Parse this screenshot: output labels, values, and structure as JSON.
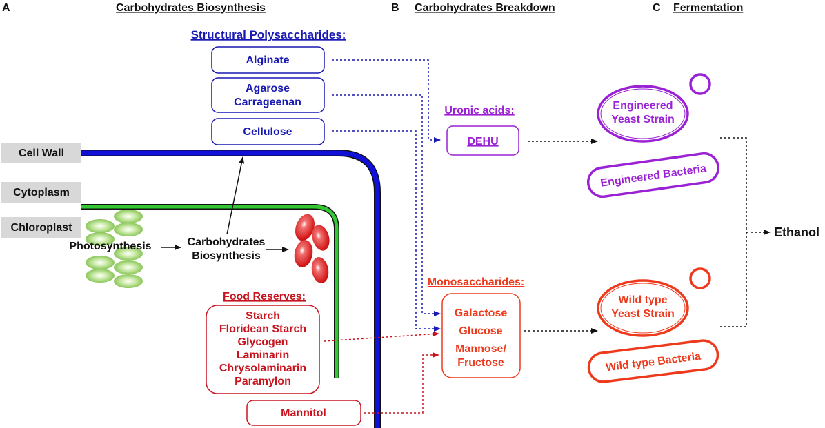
{
  "colors": {
    "blue": "#1919b4",
    "purple": "#9b22d4",
    "red": "#c8141e",
    "orange": "#ee3a1c",
    "green": "#34c734",
    "black": "#111111",
    "grey_label": "#d8d8d8"
  },
  "sections": {
    "a_letter": "A",
    "a_title": "Carbohydrates Biosynthesis",
    "b_letter": "B",
    "b_title": "Carbohydrates Breakdown",
    "c_letter": "C",
    "c_title": "Fermentation"
  },
  "cell_labels": {
    "cell_wall": "Cell Wall",
    "cytoplasm": "Cytoplasm",
    "chloroplast": "Chloroplast"
  },
  "structural": {
    "heading": "Structural Polysaccharides:",
    "alginate": "Alginate",
    "agarose_line1": "Agarose",
    "agarose_line2": "Carrageenan",
    "cellulose": "Cellulose"
  },
  "process": {
    "photosynthesis": "Photosynthesis",
    "carb_line1": "Carbohydrates",
    "carb_line2": "Biosynthesis"
  },
  "food_reserves": {
    "heading": "Food Reserves:",
    "items": [
      "Starch",
      "Floridean Starch",
      "Glycogen",
      "Laminarin",
      "Chrysolaminarin",
      "Paramylon"
    ],
    "mannitol": "Mannitol"
  },
  "uronic": {
    "heading": "Uronic acids:",
    "dehu": "DEHU"
  },
  "mono": {
    "heading": "Monosaccharides:",
    "galactose": "Galactose",
    "glucose": "Glucose",
    "mannose_line1": "Mannose/",
    "mannose_line2": "Fructose"
  },
  "fermentation": {
    "eng_yeast_line1": "Engineered",
    "eng_yeast_line2": "Yeast Strain",
    "eng_bacteria": "Engineered Bacteria",
    "wild_yeast_line1": "Wild type",
    "wild_yeast_line2": "Yeast Strain",
    "wild_bacteria": "Wild type Bacteria",
    "ethanol": "Ethanol"
  }
}
